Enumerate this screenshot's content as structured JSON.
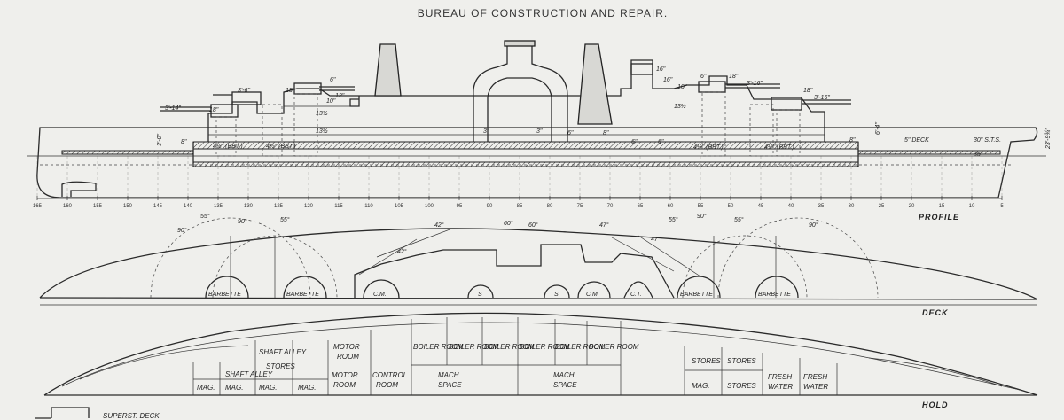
{
  "title": "BUREAU OF CONSTRUCTION AND REPAIR.",
  "sections": {
    "profile": "PROFILE",
    "deck": "DECK",
    "hold": "HOLD"
  },
  "legend_label": "SUPERST. DECK",
  "frames": [
    "165",
    "160",
    "155",
    "150",
    "145",
    "140",
    "135",
    "130",
    "125",
    "120",
    "115",
    "110",
    "105",
    "100",
    "95",
    "90",
    "85",
    "80",
    "75",
    "70",
    "65",
    "60",
    "55",
    "50",
    "45",
    "40",
    "35",
    "30",
    "25",
    "20",
    "15",
    "10",
    "5"
  ],
  "profile_labels": [
    "3'-14\"",
    "3'-6\"",
    "18\"",
    "6\"",
    "12\"",
    "10\"",
    "13½",
    "18\"",
    "4½\" (BBT.)",
    "4½\" (BBT.)",
    "13½",
    "8\"",
    "3\"",
    "3\"",
    "6\"",
    "8\"",
    "6\"",
    "6\"",
    "16\"",
    "16\"",
    "6\"",
    "18\"",
    "3'-16\"",
    "10\"",
    "13½",
    "4½\" (BBT.)",
    "4½\" (BBT.)",
    "5\" DECK",
    "3'-16\"",
    "18\"",
    "8\"",
    "30\" S.T.S.",
    "35\" ",
    "23'-9¾\"",
    "6'-4\"",
    "3'-0\""
  ],
  "deck_labels": [
    "BARBETTE",
    "BARBETTE",
    "C.M.",
    "S",
    "S",
    "C.M.",
    "C.T.",
    "BARBETTE",
    "BARBETTE"
  ],
  "deck_angles": [
    "90°",
    "55°",
    "90°",
    "55°",
    "42°",
    "42°",
    "60°",
    "60°",
    "47°",
    "47°",
    "55°",
    "90°",
    "55°",
    "90°"
  ],
  "hold_labels": {
    "shaft_alley_1": "SHAFT ALLEY",
    "stores": "STORES",
    "shaft_alley_2": "SHAFT ALLEY",
    "mag": [
      "MAG.",
      "MAG.",
      "MAG.",
      "MAG."
    ],
    "motor_room_1": [
      "MOTOR",
      "ROOM"
    ],
    "motor_room_2": [
      "MOTOR",
      "ROOM"
    ],
    "control_room": [
      "CONTROL",
      "ROOM"
    ],
    "boiler_rooms": [
      "BOILER ROOM",
      "BOILER ROOM",
      "BOILER ROOM",
      "BOILER ROOM",
      "BOILER ROOM",
      "BOILER ROOM"
    ],
    "mach_space_1": [
      "MACH.",
      "SPACE"
    ],
    "mach_space_2": [
      "MACH.",
      "SPACE"
    ],
    "stores_aft": [
      "STORES",
      "STORES"
    ],
    "mag_aft": "MAG.",
    "stores_aft_2": "STORES",
    "fresh_water": [
      "FRESH",
      "WATER",
      "FRESH",
      "WATER"
    ]
  }
}
